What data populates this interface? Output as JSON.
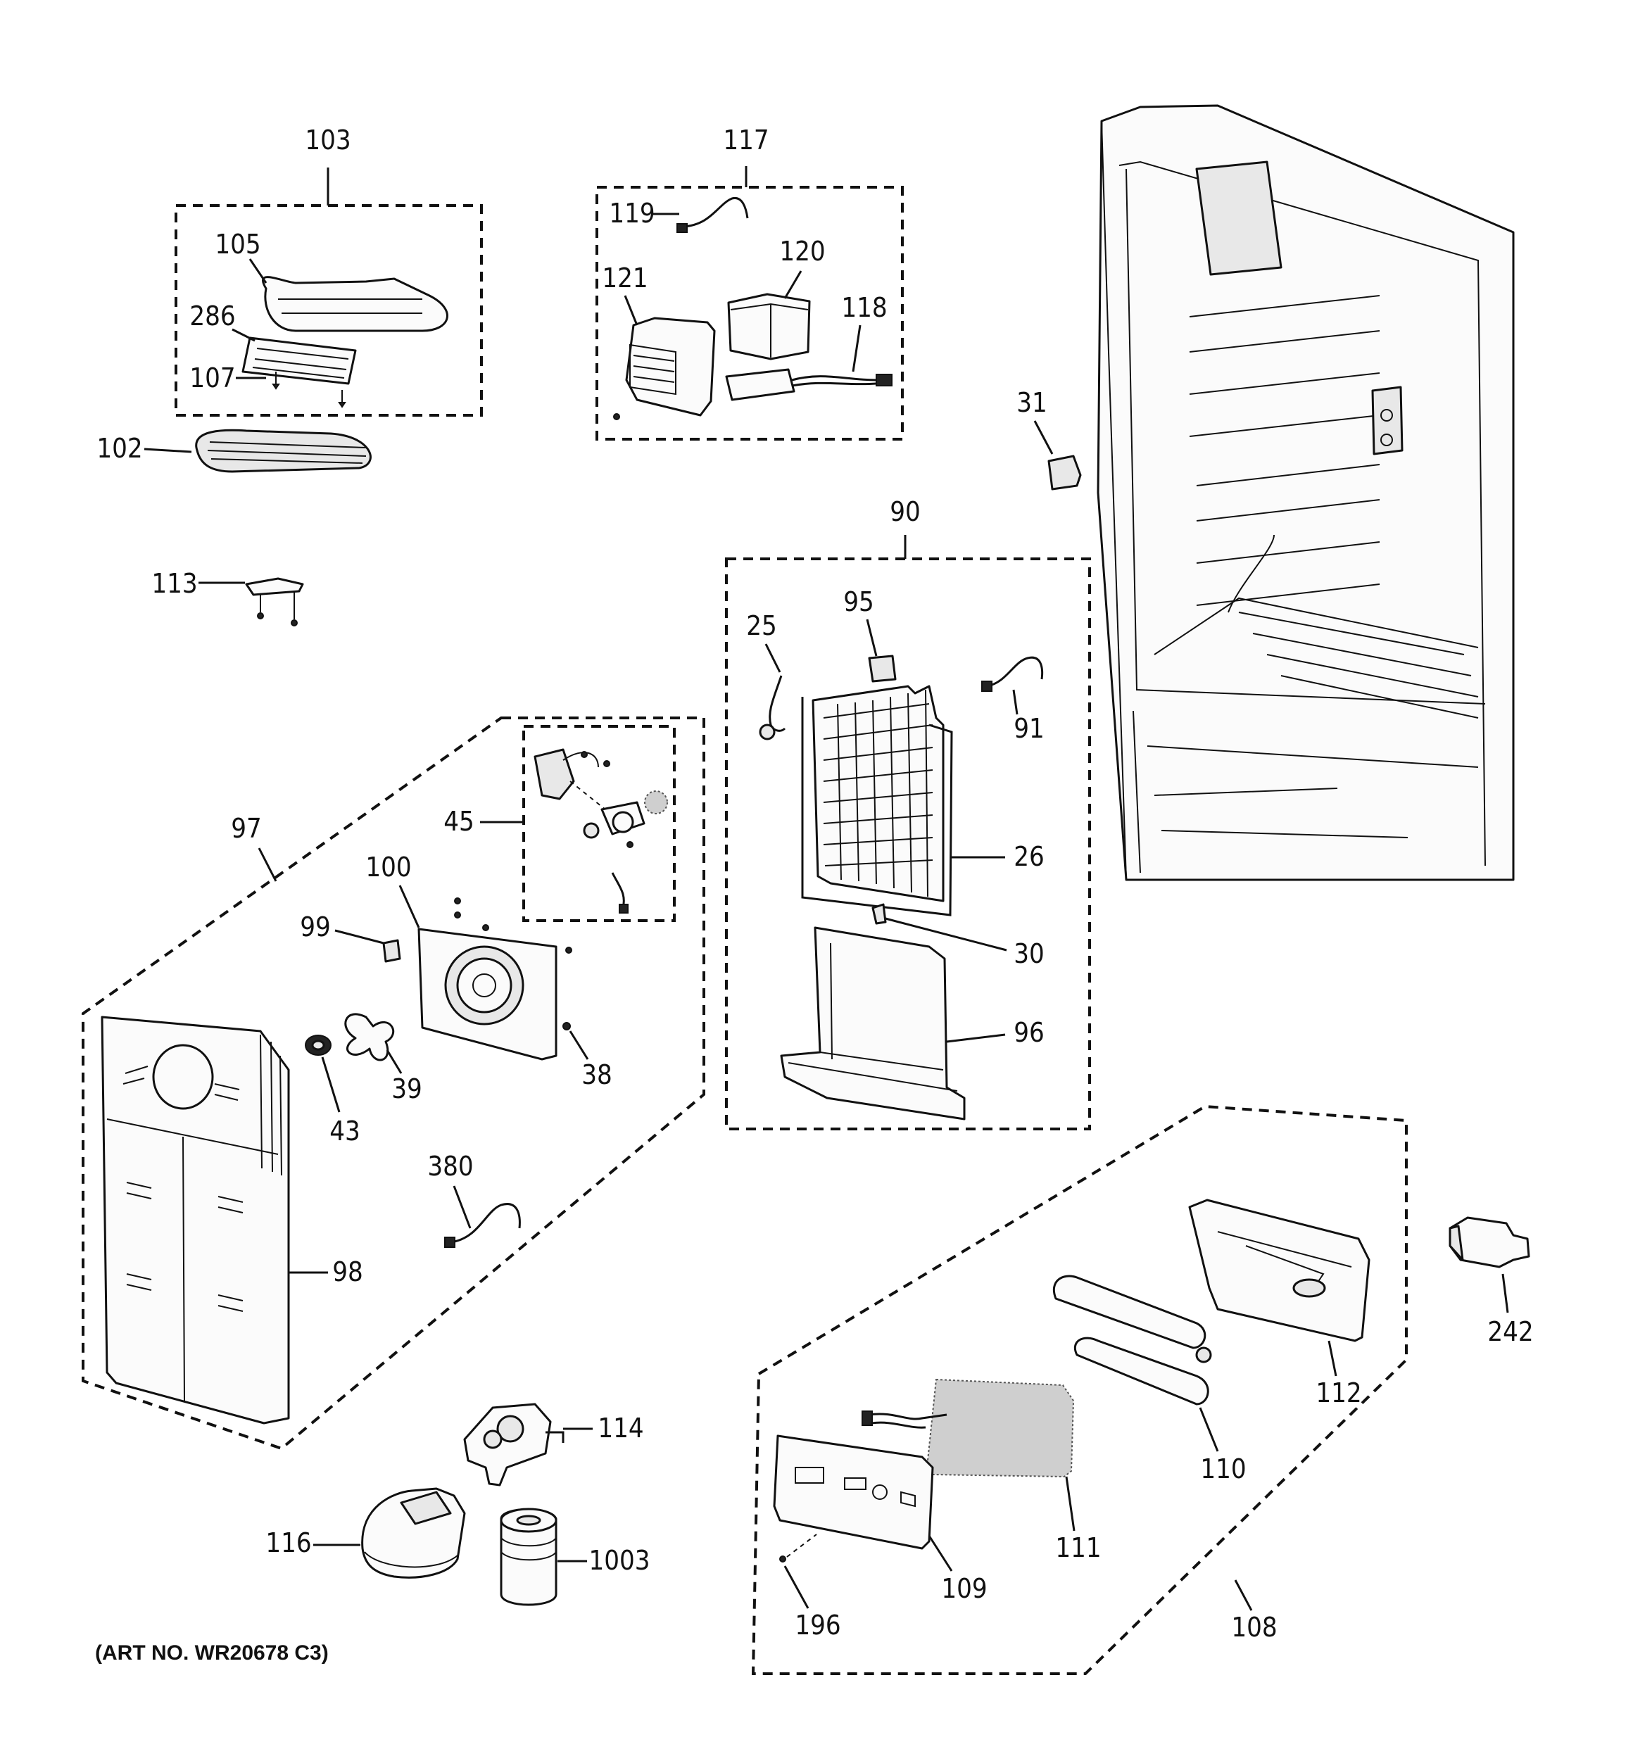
{
  "art_number": "(ART NO. WR20678 C3)",
  "callouts": {
    "c103": "103",
    "c105": "105",
    "c286": "286",
    "c107": "107",
    "c102": "102",
    "c113": "113",
    "c117": "117",
    "c119": "119",
    "c120": "120",
    "c121": "121",
    "c118": "118",
    "c31": "31",
    "c90": "90",
    "c25": "25",
    "c95": "95",
    "c91": "91",
    "c26": "26",
    "c30": "30",
    "c96": "96",
    "c97": "97",
    "c45": "45",
    "c100": "100",
    "c99": "99",
    "c43": "43",
    "c39": "39",
    "c38": "38",
    "c380": "380",
    "c98": "98",
    "c114": "114",
    "c116": "116",
    "c1003": "1003",
    "c242": "242",
    "c112": "112",
    "c110": "110",
    "c111": "111",
    "c109": "109",
    "c196": "196",
    "c108": "108"
  }
}
